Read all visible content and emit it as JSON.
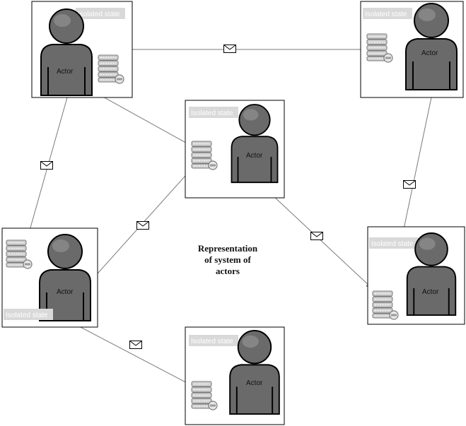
{
  "caption": [
    "Representation",
    "of system of",
    "actors"
  ],
  "actor_label": "Actor",
  "state_label": "Isolated state",
  "colors": {
    "actor_fill": "#6a6a6a",
    "actor_stroke": "#000000",
    "head_highlight": "#9a9a9a",
    "label_bg": "#d9d9d9",
    "arrow": "#7a7a7a",
    "box_stroke": "#000000"
  },
  "nodes": [
    {
      "id": "actor-top-left",
      "label_pos": "top",
      "state_side": "right"
    },
    {
      "id": "actor-top-right",
      "label_pos": "top",
      "state_side": "left"
    },
    {
      "id": "actor-center",
      "label_pos": "top",
      "state_side": "left"
    },
    {
      "id": "actor-left",
      "label_pos": "bottom",
      "state_side": "left"
    },
    {
      "id": "actor-right",
      "label_pos": "top",
      "state_side": "left"
    },
    {
      "id": "actor-bottom",
      "label_pos": "top",
      "state_side": "left"
    }
  ],
  "messages": [
    {
      "from": "actor-top-left",
      "to": "actor-top-right",
      "icon": "envelope-icon"
    },
    {
      "from": "actor-top-left",
      "to": "actor-center",
      "icon": "none"
    },
    {
      "from": "actor-top-left",
      "to": "actor-left",
      "icon": "envelope-icon"
    },
    {
      "from": "actor-left",
      "to": "actor-center",
      "icon": "envelope-icon"
    },
    {
      "from": "actor-center",
      "to": "actor-right",
      "icon": "envelope-icon"
    },
    {
      "from": "actor-top-right",
      "to": "actor-right",
      "icon": "envelope-icon"
    },
    {
      "from": "actor-left",
      "to": "actor-bottom",
      "icon": "envelope-icon"
    }
  ]
}
